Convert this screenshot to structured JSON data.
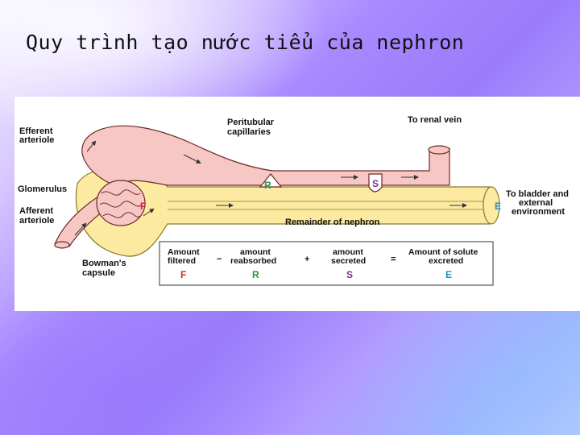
{
  "slide": {
    "title": "Quy trình tạo nước tiểu của nephron"
  },
  "diagram": {
    "labels": {
      "efferent": [
        "Efferent",
        "arteriole"
      ],
      "peritubular": [
        "Peritubular",
        "capillaries"
      ],
      "renal_vein": "To renal vein",
      "glomerulus": "Glomerulus",
      "afferent": [
        "Afferent",
        "arteriole"
      ],
      "bowman": [
        "Bowman's",
        "capsule"
      ],
      "bladder": [
        "To bladder and",
        "external",
        "environment"
      ],
      "remainder": "Remainder of nephron"
    },
    "letters": {
      "F": "F",
      "R": "R",
      "S": "S",
      "E": "E"
    },
    "equation": {
      "filtered": [
        "Amount",
        "filtered"
      ],
      "minus": "−",
      "reabsorbed": [
        "amount",
        "reabsorbed"
      ],
      "plus": "+",
      "secreted": [
        "amount",
        "secreted"
      ],
      "equals": "=",
      "excreted": [
        "Amount of solute",
        "excreted"
      ]
    },
    "colors": {
      "vessel": "#f7c7c3",
      "vessel_stroke": "#6b2a2a",
      "tubule": "#fbeaa0",
      "tubule_stroke": "#8a7a2a",
      "F": "#e0202a",
      "R": "#1f9a3a",
      "S": "#8a2a9a",
      "E": "#1e8fd0"
    }
  }
}
